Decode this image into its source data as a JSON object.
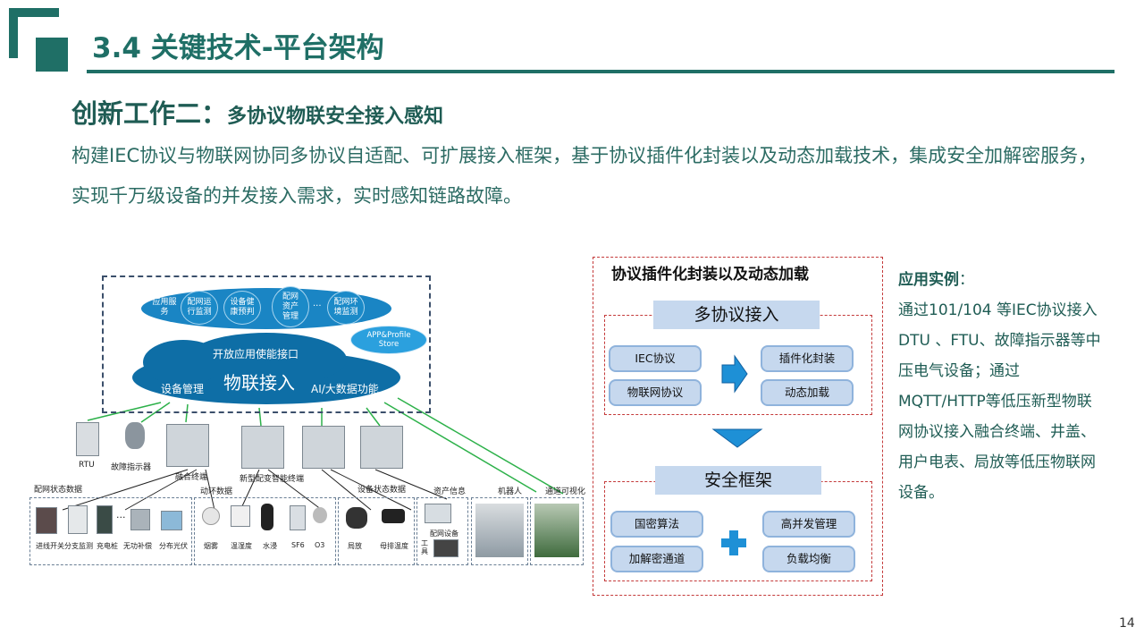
{
  "slide": {
    "title": "3.4 关键技术-平台架构",
    "subtitle_big": "创新工作二：",
    "subtitle_small": "多协议物联安全接入感知",
    "paragraph": "构建IEC协议与物联网协同多协议自适配、可扩展接入框架，基于协议插件化封装以及动态加载技术，集成安全加解密服务，实现千万级设备的并发接入需求，实时感知链路故障。",
    "page_number": "14"
  },
  "diagram": {
    "bubbles": [
      "应用服务",
      "配网运行监测",
      "设备健康预判",
      "配网资产管理",
      "...",
      "配网环境监测"
    ],
    "app_store": "APP&Profile Store",
    "open_interface": "开放应用使能接口",
    "iot_access": "物联接入",
    "device_mgmt": "设备管理",
    "ai_bigdata": "AI/大数据功能",
    "labels": {
      "rtu": "RTU",
      "fault_indicator": "故障指示器",
      "fusion_terminal": "融合终端",
      "new_terminal": "新型配变智能终端",
      "grid_status": "配网状态数据",
      "env_data": "动环数据",
      "device_status": "设备状态数据",
      "asset_info": "资产信息",
      "robot": "机器人",
      "channel_vis": "通道可视化"
    },
    "group1": [
      "进线开关",
      "分支监测",
      "充电桩",
      "无功补偿",
      "分布光伏"
    ],
    "group1_ellipsis": "...",
    "group2": [
      "烟雾",
      "温湿度",
      "水浸",
      "SF6",
      "O3"
    ],
    "group3": [
      "局放",
      "母排温度"
    ],
    "group4": [
      "配网设备",
      "工具"
    ]
  },
  "panel": {
    "title": "协议插件化封装以及动态加载",
    "multi_access": "多协议接入",
    "iec": "IEC协议",
    "iot_protocol": "物联网协议",
    "plugin": "插件化封装",
    "dynamic": "动态加载",
    "security": "安全框架",
    "gm": "国密算法",
    "channel": "加解密通道",
    "concurrency": "高并发管理",
    "balance": "负载均衡"
  },
  "application": {
    "label": "应用实例",
    "colon": "：",
    "text": "通过101/104 等IEC协议接入DTU 、FTU、故障指示器等中压电气设备；通过MQTT/HTTP等低压新型物联网协议接入融合终端、井盖、用户电表、局放等低压物联网设备。"
  },
  "colors": {
    "brand": "#1f6f66",
    "cloud": "#0e6ea6",
    "panel_fill": "#c6d8ee",
    "red_dash": "#c43a3a",
    "arrow": "#1e90d6",
    "link_green": "#2db14a"
  }
}
